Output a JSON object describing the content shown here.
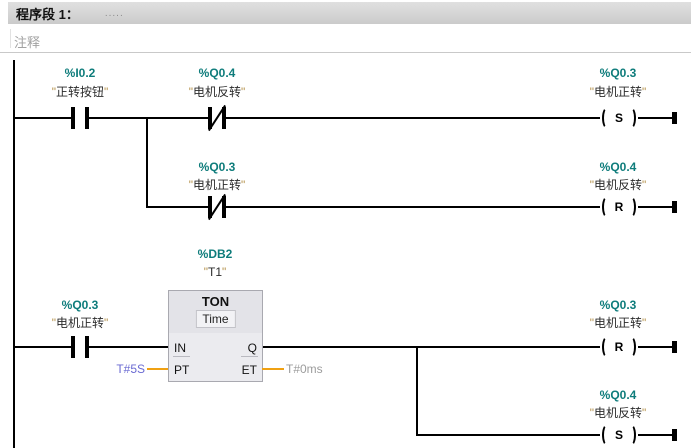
{
  "header": {
    "title": "程序段 1：",
    "dots": ".....",
    "comment": "注释"
  },
  "colors": {
    "address": "#0e7c7b",
    "quote": "#b5924c",
    "constant_blue": "#6a6ad2",
    "constant_gray": "#9c9c9c",
    "wire_orange": "#f0a113"
  },
  "rung1": {
    "contact1": {
      "address": "%I0.2",
      "name": "正转按钮",
      "type": "NO"
    },
    "contact2": {
      "address": "%Q0.4",
      "name": "电机反转",
      "type": "NC"
    },
    "coil": {
      "address": "%Q0.3",
      "name": "电机正转",
      "symbol": "S"
    }
  },
  "rung2": {
    "contact": {
      "address": "%Q0.3",
      "name": "电机正转",
      "type": "NC"
    },
    "coil": {
      "address": "%Q0.4",
      "name": "电机反转",
      "symbol": "R"
    }
  },
  "timer": {
    "db_address": "%DB2",
    "instance": "T1",
    "type": "TON",
    "data_type": "Time",
    "pins": {
      "in": "IN",
      "q": "Q",
      "pt": "PT",
      "et": "ET"
    },
    "pt_value": "T#5S",
    "et_value": "T#0ms"
  },
  "rung3": {
    "contact": {
      "address": "%Q0.3",
      "name": "电机正转",
      "type": "NO"
    },
    "coil": {
      "address": "%Q0.3",
      "name": "电机正转",
      "symbol": "R"
    }
  },
  "rung4": {
    "coil": {
      "address": "%Q0.4",
      "name": "电机反转",
      "symbol": "S"
    }
  }
}
